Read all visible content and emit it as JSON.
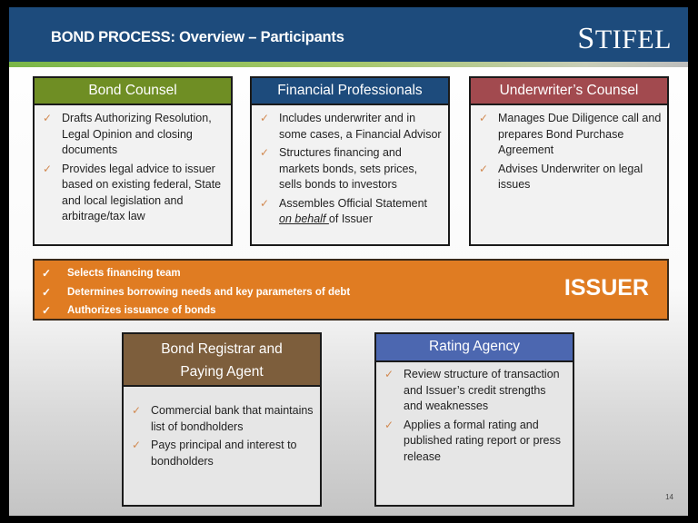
{
  "slide": {
    "title": "BOND PROCESS:  Overview – Participants",
    "logo": {
      "first": "S",
      "rest": "TIFEL"
    },
    "page_number": "14",
    "check_icon": "✓"
  },
  "colors": {
    "header_bg": "#1d4b7c",
    "bond_counsel": "#6f8e24",
    "financial_professionals": "#1d4b7c",
    "underwriters_counsel": "#a24a4f",
    "issuer": "#e07c22",
    "bond_registrar": "#7d5e3c",
    "rating_agency": "#4c67b0"
  },
  "boxes": {
    "bond_counsel": {
      "title": "Bond Counsel",
      "items": [
        "Drafts Authorizing Resolution, Legal Opinion and closing documents",
        "Provides legal advice to issuer based on existing federal, State and local legislation and arbitrage/tax law"
      ]
    },
    "financial_professionals": {
      "title": "Financial Professionals",
      "items": [
        "Includes underwriter and in some cases, a Financial Advisor",
        "Structures financing and markets bonds, sets prices, sells bonds to investors"
      ],
      "item3_prefix": "Assembles Official Statement ",
      "item3_emph": "on behalf ",
      "item3_suffix": "of Issuer"
    },
    "underwriters_counsel": {
      "title": "Underwriter’s Counsel",
      "items": [
        "Manages Due Diligence call and prepares Bond Purchase Agreement",
        "Advises Underwriter on legal issues"
      ]
    },
    "issuer": {
      "label": "ISSUER",
      "items": [
        "Selects financing team",
        "Determines borrowing needs and key parameters of debt",
        "Authorizes issuance of bonds"
      ]
    },
    "bond_registrar": {
      "title_line1": "Bond Registrar and",
      "title_line2": "Paying Agent",
      "items": [
        "Commercial bank that maintains list of bondholders",
        "Pays principal and interest to bondholders"
      ]
    },
    "rating_agency": {
      "title": "Rating Agency",
      "items": [
        "Review structure of transaction and Issuer’s credit strengths and weaknesses",
        "Applies a formal rating and published rating report or press release"
      ]
    }
  }
}
